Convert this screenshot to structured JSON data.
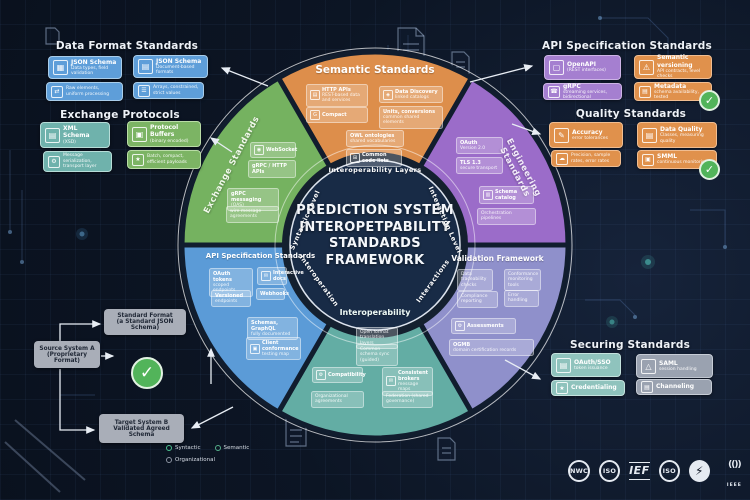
{
  "center": {
    "l1": "PREDICTION SYSTEM",
    "l2": "INTEROPETPABILITY",
    "l3": "STANDARDS",
    "l4": "FRAMEWORK"
  },
  "colors": {
    "orange": "#dd8e4b",
    "purple": "#9b6cc9",
    "lavender": "#8f90cb",
    "teal": "#63ada4",
    "blue": "#5b9bd7",
    "green": "#75b260",
    "check": "#52b45a",
    "background": "#0c1422"
  },
  "wheel": {
    "semantic": {
      "title": "Semantic Standards",
      "ring": "Interoperability Layers",
      "boxes": [
        {
          "icon": "▤",
          "t": "HTTP APIs",
          "d": "REST-based data and services"
        },
        {
          "icon": "◈",
          "t": "Data Discovery",
          "d": "linked catalogs"
        },
        {
          "icon": "G",
          "t": "Compact",
          "d": ""
        },
        {
          "t": "Units, conversions",
          "d": "common shared elements"
        },
        {
          "t": "OWL ontologies",
          "d": "shared vocabularies"
        },
        {
          "icon": "⊞",
          "t": "Common code lists",
          "d": ""
        }
      ]
    },
    "exchange": {
      "arc": "Exchange Standards",
      "ring": "Syntactic Level",
      "boxes": [
        {
          "icon": "◉",
          "t": "WebSocket",
          "d": ""
        },
        {
          "t": "gRPC / HTTP APIs",
          "d": ""
        },
        {
          "t": "gRPC messaging",
          "d": "(OAS)"
        },
        {
          "t": "",
          "d": "wire message agreements"
        }
      ]
    },
    "engineering": {
      "arc": "Engineering Standards",
      "ring": "Interaction Level",
      "boxes": [
        {
          "t": "OAuth",
          "d": "Version 2.0"
        },
        {
          "t": "TLS 1.3",
          "d": "secure transport"
        },
        {
          "icon": "▥",
          "t": "Schema catalog",
          "d": ""
        },
        {
          "t": "",
          "d": "Orchestration pipelines"
        }
      ]
    },
    "api": {
      "title": "API Specification Standards",
      "ring": "Interoperation",
      "boxes": [
        {
          "t": "OAuth tokens",
          "d": "scoped endpoints"
        },
        {
          "icon": "✉",
          "t": "Interactive docs",
          "d": ""
        },
        {
          "t": "Versioned",
          "d": "endpoints"
        },
        {
          "t": "Webhooks",
          "d": ""
        },
        {
          "t": "Schemas, GraphQL",
          "d": "fully documented"
        },
        {
          "icon": "▣",
          "t": "Client conformance",
          "d": "testing map"
        }
      ]
    },
    "interop": {
      "title": "Interoperability",
      "boxes": [
        {
          "t": "",
          "d": "Open format translation layers"
        },
        {
          "t": "",
          "d": "Common schema sync (guided)"
        },
        {
          "icon": "⚙",
          "t": "Compatibility",
          "d": ""
        },
        {
          "icon": "✉",
          "t": "Consistent brokers",
          "d": "message maps"
        },
        {
          "t": "",
          "d": "Organizational agreements"
        },
        {
          "t": "",
          "d": "Federation (shared governance)"
        }
      ]
    },
    "validation": {
      "title": "Validation Framework",
      "ring": "Interactions",
      "boxes": [
        {
          "t": "",
          "d": "Data traceability checks"
        },
        {
          "t": "",
          "d": "Conformance monitoring tools"
        },
        {
          "t": "",
          "d": "Compliance reporting"
        },
        {
          "t": "",
          "d": "Error handling"
        },
        {
          "icon": "⚙",
          "t": "Assessments",
          "d": ""
        },
        {
          "t": "OGMB",
          "d": "domain certification records"
        }
      ]
    }
  },
  "callouts": {
    "data_format": {
      "title": "Data Format Standards",
      "boxes": [
        {
          "icon": "▦",
          "t": "JSON Schema",
          "d": "Data types, field validation"
        },
        {
          "icon": "▤",
          "t": "JSON Schema",
          "d": "Document-based formats"
        },
        {
          "icon": "⇄",
          "t": "",
          "d": "Raw elements, uniform processing"
        },
        {
          "icon": "☰",
          "t": "",
          "d": "Arrays, constrained, strict values"
        }
      ]
    },
    "exchange": {
      "title": "Exchange Protocols",
      "boxes": [
        {
          "icon": "▤",
          "t": "XML Schema",
          "d": "(XSD)"
        },
        {
          "icon": "▣",
          "t": "Protocol Buffers",
          "d": "(binary encoded)"
        },
        {
          "icon": "⚙",
          "t": "",
          "d": "Message serialization, transport layer"
        },
        {
          "icon": "★",
          "t": "",
          "d": "Batch, compact, efficient payloads"
        }
      ]
    },
    "api_spec": {
      "title": "API Specification Standards",
      "boxes": [
        {
          "icon": "▢",
          "t": "OpenAPI",
          "d": "(REST interfaces)"
        },
        {
          "icon": "⚠",
          "t": "Semantic versioning",
          "d": "API contracts, level checks"
        },
        {
          "icon": "☎",
          "t": "gRPC",
          "d": "streaming services, bidirectional"
        },
        {
          "icon": "▤",
          "t": "Metadata",
          "d": "schema availability, tested"
        }
      ]
    },
    "quality": {
      "title": "Quality Standards",
      "boxes": [
        {
          "icon": "✎",
          "t": "Accuracy",
          "d": "error tolerances"
        },
        {
          "icon": "▤",
          "t": "Data Quality",
          "d": "Classes, measuring quality"
        },
        {
          "icon": "☁",
          "t": "",
          "d": "Precision, sample rates, error rates"
        },
        {
          "icon": "▣",
          "t": "SMML",
          "d": "continuous monitoring"
        }
      ]
    },
    "securing": {
      "title": "Securing Standards",
      "boxes": [
        {
          "icon": "▤",
          "t": "OAuth/SSO",
          "d": "token issuance"
        },
        {
          "icon": "△",
          "t": "SAML",
          "d": "session handling"
        },
        {
          "icon": "★",
          "t": "Credentialing",
          "d": "claims processing format"
        },
        {
          "icon": "▤",
          "t": "Channeling",
          "d": "cross screening format"
        }
      ]
    }
  },
  "flow": {
    "standard_format": {
      "l1": "Standard Format",
      "l2": "(a Standard JSON Schema)"
    },
    "source": {
      "l1": "Source System A",
      "l2": "(Proprietary Format)"
    },
    "target": {
      "l1": "Target System B",
      "l2": "Validated Agreed Schema"
    },
    "check_glyph": "✓"
  },
  "legend": {
    "items": [
      "Syntactic",
      "Semantic",
      "Organizational"
    ]
  },
  "logos": {
    "items": [
      "NWC",
      "ISO",
      "IEF",
      "ISO",
      "⚡",
      "IEEE"
    ],
    "ieee_mark": "(())"
  }
}
